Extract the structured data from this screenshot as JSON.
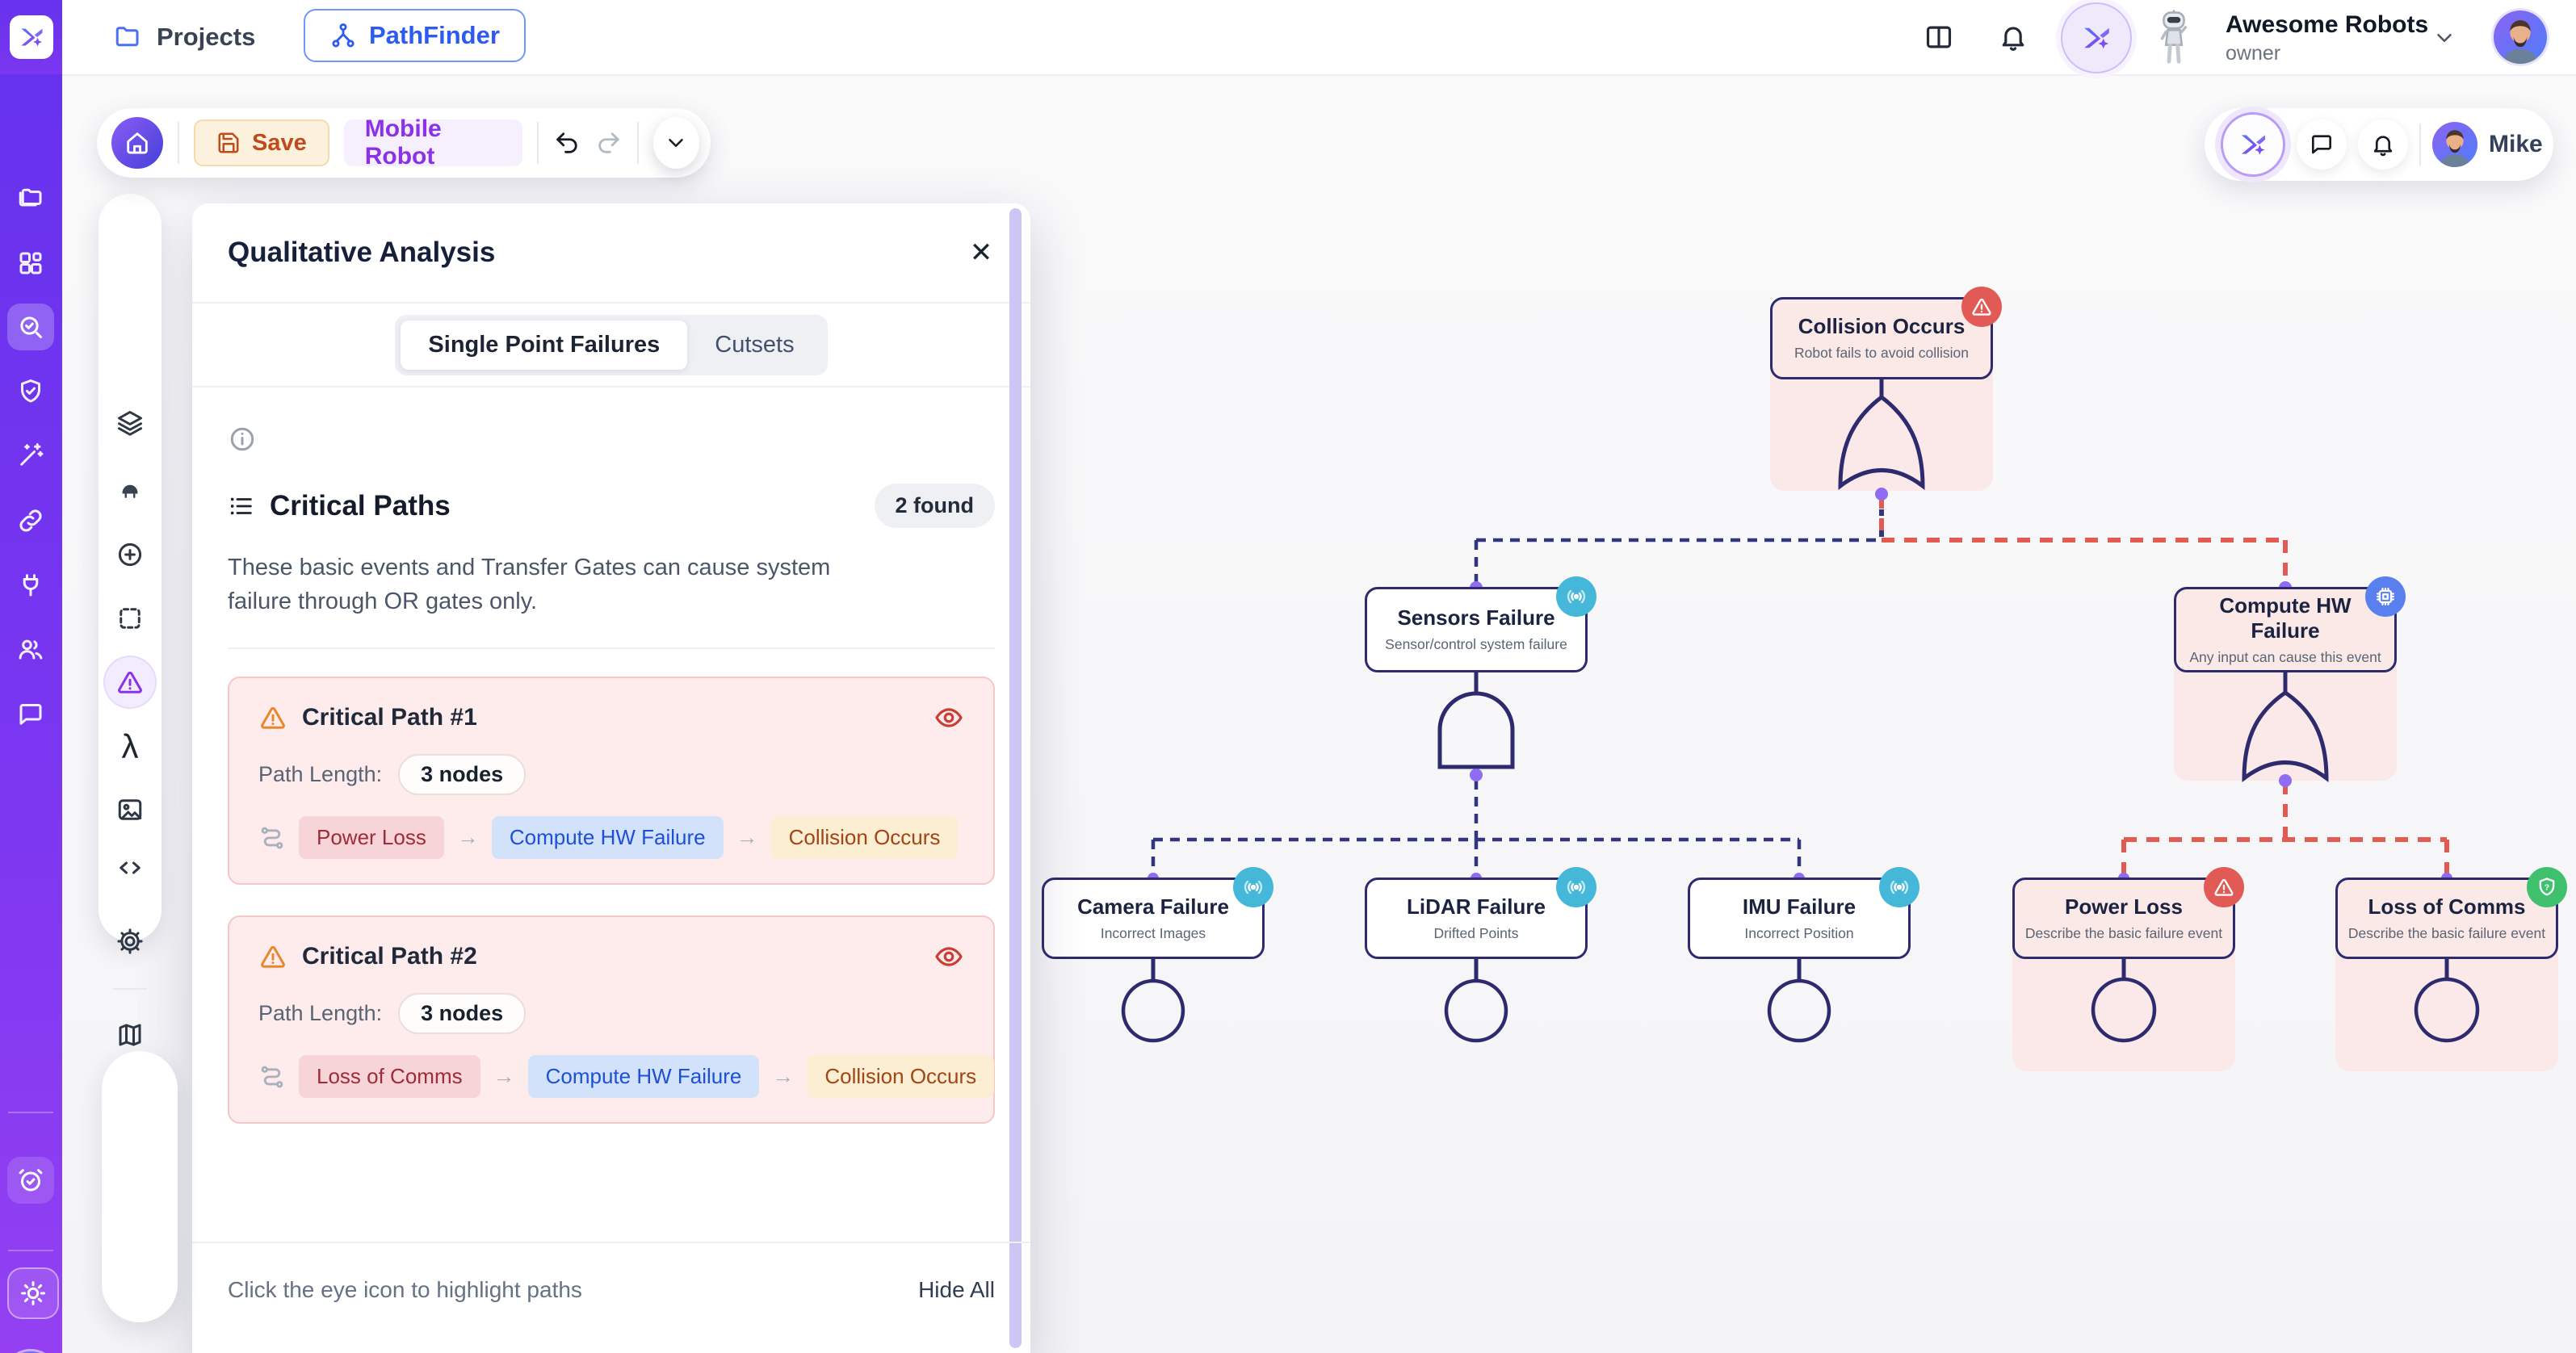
{
  "topbar": {
    "projects_label": "Projects",
    "pathfinder_label": "PathFinder",
    "org_name": "Awesome Robots",
    "org_role": "owner"
  },
  "toolbar": {
    "save_label": "Save",
    "project_label": "Mobile Robot"
  },
  "rightbar": {
    "user_name": "Mike"
  },
  "panel": {
    "title": "Qualitative Analysis",
    "tabs": [
      {
        "label": "Single Point Failures"
      },
      {
        "label": "Cutsets"
      }
    ],
    "section": {
      "title": "Critical Paths",
      "badge": "2 found",
      "description": "These basic events and Transfer Gates can cause system failure through OR gates only."
    },
    "paths": [
      {
        "title": "Critical Path #1",
        "length_label": "Path Length:",
        "length_value": "3 nodes",
        "steps": [
          "Power Loss",
          "Compute HW Failure",
          "Collision Occurs"
        ]
      },
      {
        "title": "Critical Path #2",
        "length_label": "Path Length:",
        "length_value": "3 nodes",
        "steps": [
          "Loss of Comms",
          "Compute HW Failure",
          "Collision Occurs"
        ]
      }
    ],
    "footer": {
      "hint": "Click the eye icon to highlight paths",
      "hide_all": "Hide All"
    }
  },
  "diagram": {
    "nodes": {
      "collision": {
        "title": "Collision Occurs",
        "subtitle": "Robot fails to avoid collision"
      },
      "sensors": {
        "title": "Sensors Failure",
        "subtitle": "Sensor/control system failure"
      },
      "compute": {
        "title": "Compute HW Failure",
        "subtitle": "Any input can cause this event"
      },
      "camera": {
        "title": "Camera Failure",
        "subtitle": "Incorrect Images"
      },
      "lidar": {
        "title": "LiDAR Failure",
        "subtitle": "Drifted Points"
      },
      "imu": {
        "title": "IMU Failure",
        "subtitle": "Incorrect Position"
      },
      "power": {
        "title": "Power Loss",
        "subtitle": "Describe the basic failure event"
      },
      "comms": {
        "title": "Loss of Comms",
        "subtitle": "Describe the basic failure event"
      }
    }
  },
  "icons": {
    "close": "✕",
    "arrow": "→",
    "lambda": "λ",
    "plus": "+",
    "minus": "−"
  },
  "colors": {
    "accent_purple": "#7c3aed",
    "brand_blue": "#2d5bf0",
    "navy": "#2d2b6e",
    "danger_red": "#e25a55",
    "teal": "#45b7d8",
    "green": "#3fc06d",
    "orange_warn": "#e8872e",
    "save_orange": "#c04a1a"
  }
}
